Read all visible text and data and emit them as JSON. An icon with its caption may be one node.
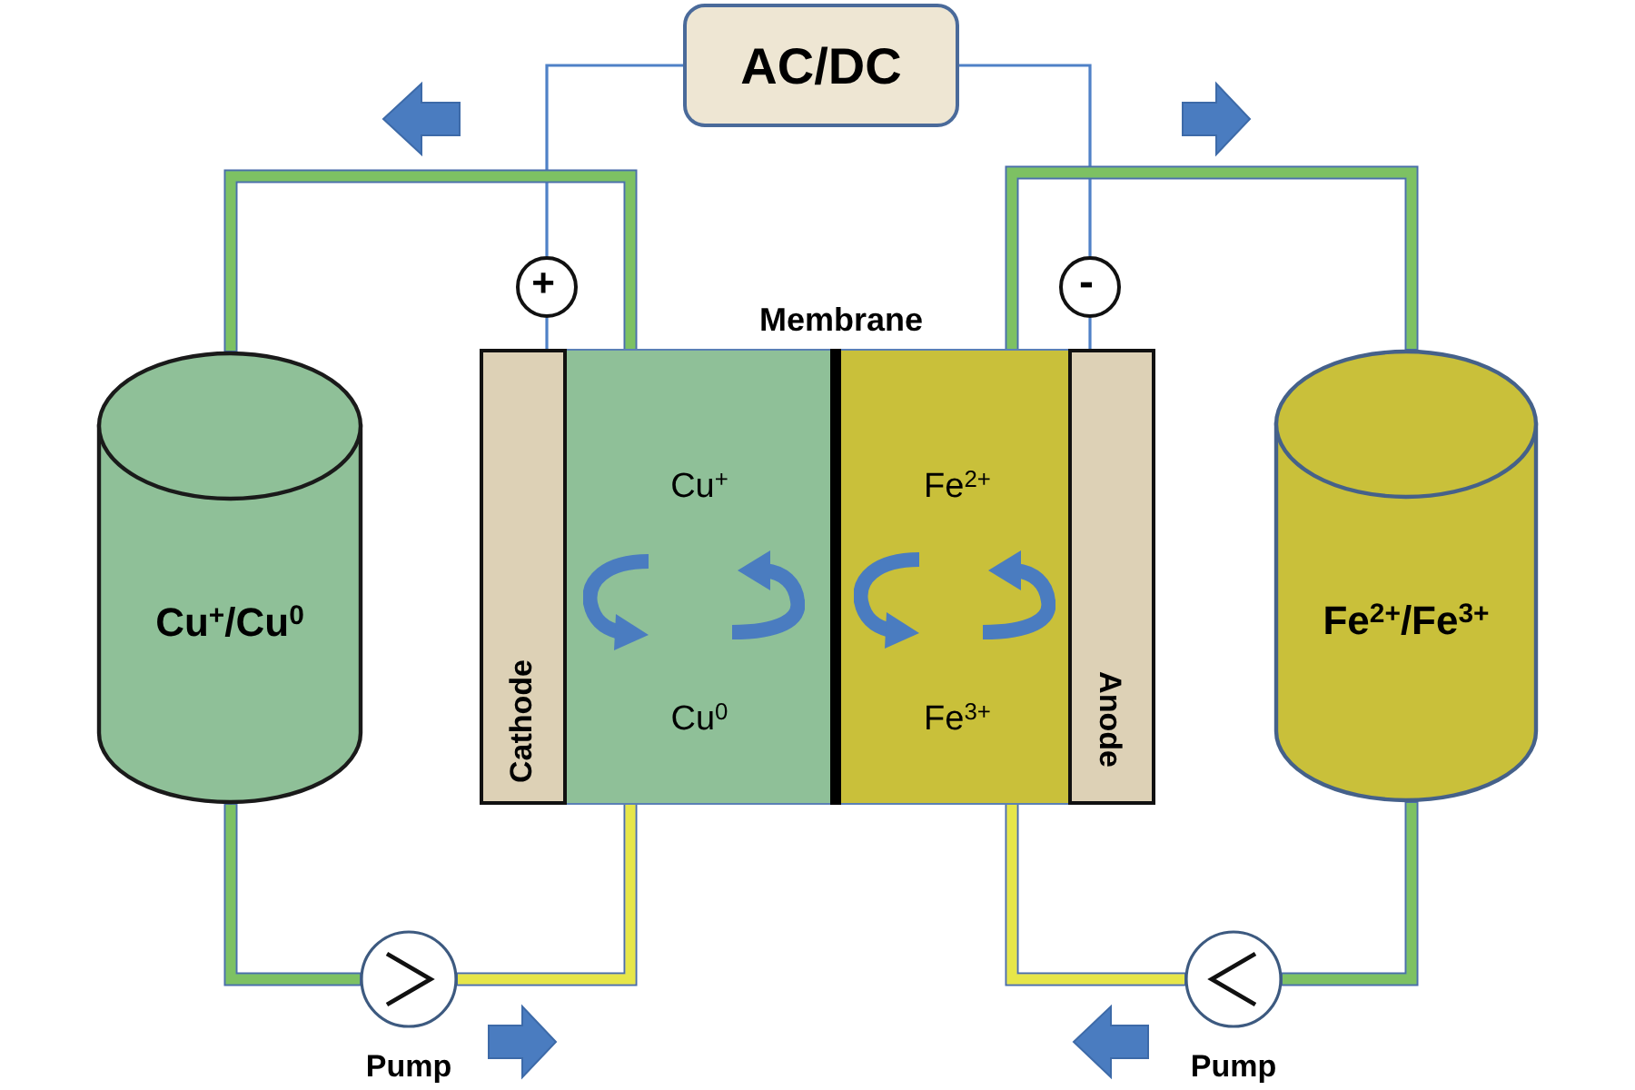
{
  "diagram": {
    "nodes": [
      {
        "text": [
          "AC/DC"
        ]
      },
      {
        "text": [
          "+"
        ]
      },
      {
        "text": [
          "-"
        ]
      },
      {
        "text": [
          "Cu$^{+}$/Cu$^{0}$"
        ]
      },
      {
        "text": [
          "Cathode"
        ]
      },
      {
        "text": [
          "Cu$^{+}$",
          "Cu$^{0}$"
        ]
      },
      {
        "text": [
          "Fe$^{2+}$",
          "Fe$^{3+}$"
        ]
      },
      {
        "text": [
          "Anode"
        ]
      },
      {
        "text": [
          "Fe$^{2+}$/Fe$^{3+}$"
        ]
      },
      {
        "text": [],
        "shape": "circle",
        "beside": [
          "Pump"
        ]
      },
      {
        "text": [],
        "shape": "circle",
        "beside": [
          "Pump"
        ]
      }
    ],
    "edges": [
      {
        "from": 0,
        "to": 1,
        "arrow": "none",
        "color": "#4f81c7"
      },
      {
        "from": 1,
        "to": 4,
        "arrow": "none",
        "color": "#4f81c7"
      },
      {
        "from": 0,
        "to": 2,
        "arrow": "none",
        "color": "#4f81c7"
      },
      {
        "from": 2,
        "to": 7,
        "arrow": "none",
        "color": "#4f81c7"
      },
      {
        "from": 5,
        "to": 3,
        "arrow": "none",
        "color": "#7dc163"
      },
      {
        "from": 3,
        "to": 9,
        "arrow": "none",
        "color": "#7dc163"
      },
      {
        "from": 9,
        "to": 5,
        "arrow": "none",
        "color": "#e6e64a"
      },
      {
        "from": 6,
        "to": 8,
        "arrow": "none",
        "color": "#7dc163"
      },
      {
        "from": 8,
        "to": 10,
        "arrow": "none",
        "color": "#7dc163"
      },
      {
        "from": 10,
        "to": 6,
        "arrow": "none",
        "color": "#e6e64a"
      }
    ],
    "labels": [
      "Membrane"
    ]
  }
}
